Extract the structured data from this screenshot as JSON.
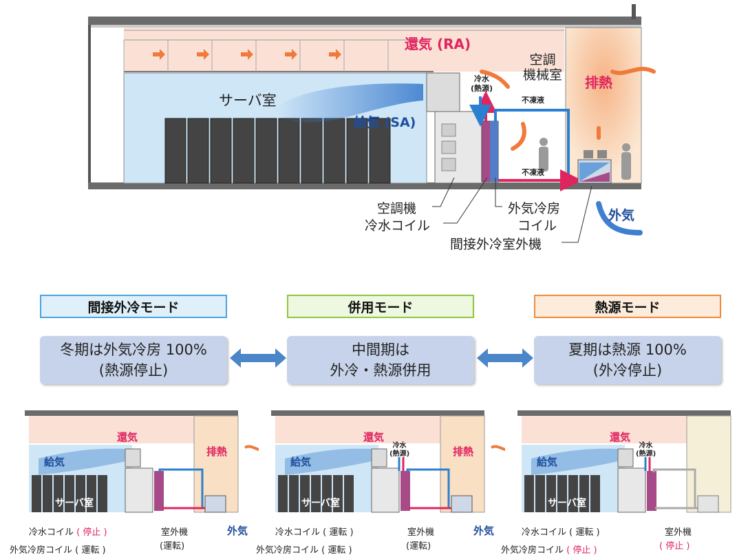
{
  "main_diagram": {
    "return_air": "還気 (RA)",
    "supply_air": "給気 (SA)",
    "server_room": "サーバ室",
    "machine_room": [
      "空調",
      "機械室"
    ],
    "chilled_water": [
      "冷水",
      "(熱源)"
    ],
    "antifreeze_top": "不凍液",
    "antifreeze_bottom": "不凍液",
    "exhaust_heat": "排熱",
    "outside_air": "外気",
    "label_ahu": "空調機",
    "label_cw_coil": "冷水コイル",
    "label_fc_coil_1": "外気冷房",
    "label_fc_coil_2": "コイル",
    "label_outdoor_unit": "間接外冷室外機"
  },
  "modes": [
    {
      "title": "間接外冷モード",
      "desc_1": "冬期は外気冷房 100%",
      "desc_2": "(熱源停止)",
      "border_color": "#4aa3df",
      "bg_color": "#dff0fa"
    },
    {
      "title": "併用モード",
      "desc_1": "中間期は",
      "desc_2": "外冷・熱源併用",
      "border_color": "#8cc63f",
      "bg_color": "#eef7e0"
    },
    {
      "title": "熱源モード",
      "desc_1": "夏期は熱源 100%",
      "desc_2": "(外冷停止)",
      "border_color": "#f08a3c",
      "bg_color": "#fdebdc"
    }
  ],
  "mini_diagrams": [
    {
      "return_air": "還気",
      "supply_air": "給気",
      "server_room": "サーバ室",
      "exhaust_heat": "排熱",
      "chilled_water": "",
      "outside_air": "外気",
      "cw_coil_label": "冷水コイル",
      "cw_coil_state": "( 停止 )",
      "fc_coil_label": "外気冷房コイル",
      "fc_coil_state": "( 運転 )",
      "outdoor_label": "室外機",
      "outdoor_state": "(運転)"
    },
    {
      "return_air": "還気",
      "supply_air": "給気",
      "server_room": "サーバ室",
      "exhaust_heat": "排熱",
      "chilled_water": "冷水\n(熱源)",
      "outside_air": "外気",
      "cw_coil_label": "冷水コイル",
      "cw_coil_state": "( 運転 )",
      "fc_coil_label": "外気冷房コイル",
      "fc_coil_state": "( 運転 )",
      "outdoor_label": "室外機",
      "outdoor_state": "(運転)"
    },
    {
      "return_air": "還気",
      "supply_air": "給気",
      "server_room": "サーバ室",
      "exhaust_heat": "",
      "chilled_water": "冷水\n(熱源)",
      "outside_air": "",
      "cw_coil_label": "冷水コイル",
      "cw_coil_state": "( 運転 )",
      "fc_coil_label": "外気冷房コイル",
      "fc_coil_state": "( 停止 )",
      "outdoor_label": "室外機",
      "outdoor_state": "( 停止 )"
    }
  ],
  "colors": {
    "return_air_text": "#e0245e",
    "supply_air_text": "#1f4e9c",
    "outside_air_text": "#1f4e9c",
    "stopped_text": "#e0245e",
    "server_room_bg": "#cfe6f7",
    "plenum_bg": "#fbe0d6",
    "exhaust_bg": "#f9dfc4",
    "pipe_red": "#e0245e",
    "pipe_blue": "#2a7fd0"
  }
}
